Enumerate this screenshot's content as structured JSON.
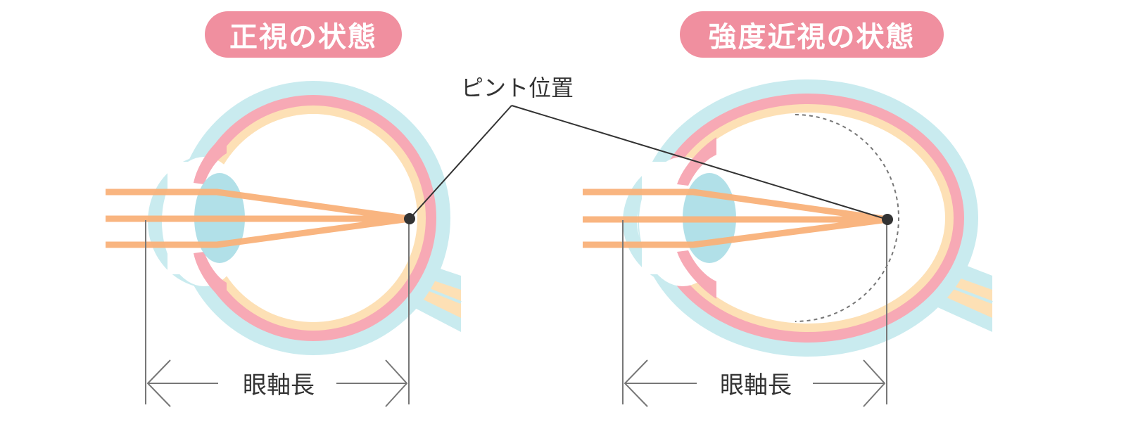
{
  "titles": {
    "left": "正視の状態",
    "right": "強度近視の状態"
  },
  "labels": {
    "focus_position": "ピント位置",
    "axial_length_left": "眼軸長",
    "axial_length_right": "眼軸長"
  },
  "colors": {
    "title_badge": "#f08f9f",
    "outer_layer": "#c9ebef",
    "retina_layer": "#f7a9b5",
    "inner_layer": "#fde0b5",
    "lens": "#a9dde5",
    "light_rays": "#f9b27a",
    "focus_point": "#333333",
    "measure_lines": "#777777"
  }
}
